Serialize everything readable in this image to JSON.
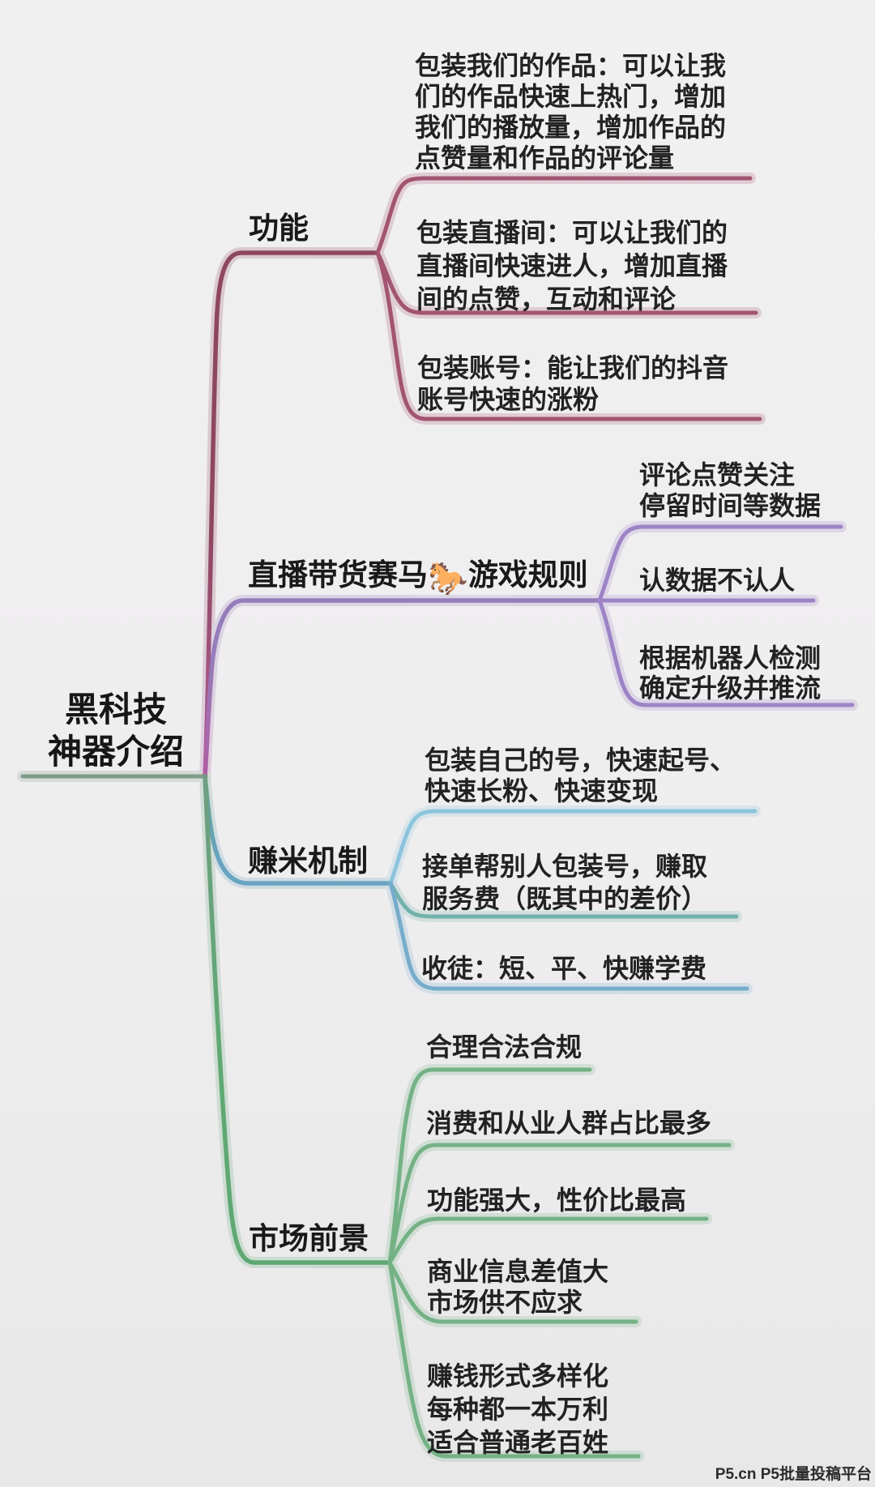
{
  "meta": {
    "type": "mindmap",
    "background": "#efeeef",
    "text_color": "#1f1f1f"
  },
  "root": {
    "lines": [
      "黑科技",
      "神器介绍"
    ],
    "line_color": "#7e9c88"
  },
  "branches": [
    {
      "label": "功能",
      "color": "#8e4760",
      "root_color": "#b0609a",
      "leaf_colors": [
        "#a25470",
        "#a25470",
        "#a25470"
      ],
      "leaves": [
        {
          "lines": [
            "包装我们的作品：可以让我",
            "们的作品快速上热门，增加",
            "我们的播放量，增加作品的",
            "点赞量和作品的评论量"
          ]
        },
        {
          "lines": [
            "包装直播间：可以让我们的",
            "直播间快速进人，增加直播",
            "间的点赞，互动和评论"
          ]
        },
        {
          "lines": [
            "包装账号：能让我们的抖音",
            "账号快速的涨粉"
          ]
        }
      ]
    },
    {
      "label_pre": "直播带货赛马",
      "label_emoji": "🐎",
      "label_post": "游戏规则",
      "color": "#957cba",
      "root_color": "#b25da4",
      "leaf_colors": [
        "#9d83c6",
        "#9d83c6",
        "#9d83c6"
      ],
      "leaves": [
        {
          "lines": [
            "评论点赞关注",
            "停留时间等数据"
          ]
        },
        {
          "lines": [
            "认数据不认人"
          ]
        },
        {
          "lines": [
            "根据机器人检测",
            "确定升级并推流"
          ]
        }
      ]
    },
    {
      "label": "赚米机制",
      "color": "#68a4c0",
      "root_color": "#63a08c",
      "leaf_colors": [
        "#8cc4dd",
        "#72b2ab",
        "#76accb"
      ],
      "leaves": [
        {
          "lines": [
            "包装自己的号，快速起号、",
            "快速长粉、快速变现"
          ]
        },
        {
          "lines": [
            "接单帮别人包装号，赚取",
            "服务费（既其中的差价）"
          ]
        },
        {
          "lines": [
            "收徒：短、平、快赚学费"
          ]
        }
      ]
    },
    {
      "label": "市场前景",
      "color": "#5fa873",
      "root_color": "#6f9f82",
      "leaf_colors": [
        "#74b286",
        "#74b286",
        "#74b286",
        "#74b286",
        "#74b286"
      ],
      "leaves": [
        {
          "lines": [
            "合理合法合规"
          ]
        },
        {
          "lines": [
            "消费和从业人群占比最多"
          ]
        },
        {
          "lines": [
            "功能强大，性价比最高"
          ]
        },
        {
          "lines": [
            "商业信息差值大",
            "市场供不应求"
          ]
        },
        {
          "lines": [
            "赚钱形式多样化",
            "每种都一本万利",
            "适合普通老百姓"
          ]
        }
      ]
    }
  ],
  "watermark": {
    "text": "P5.cn P5批量投稿平台",
    "color": "#2b2b2b"
  }
}
